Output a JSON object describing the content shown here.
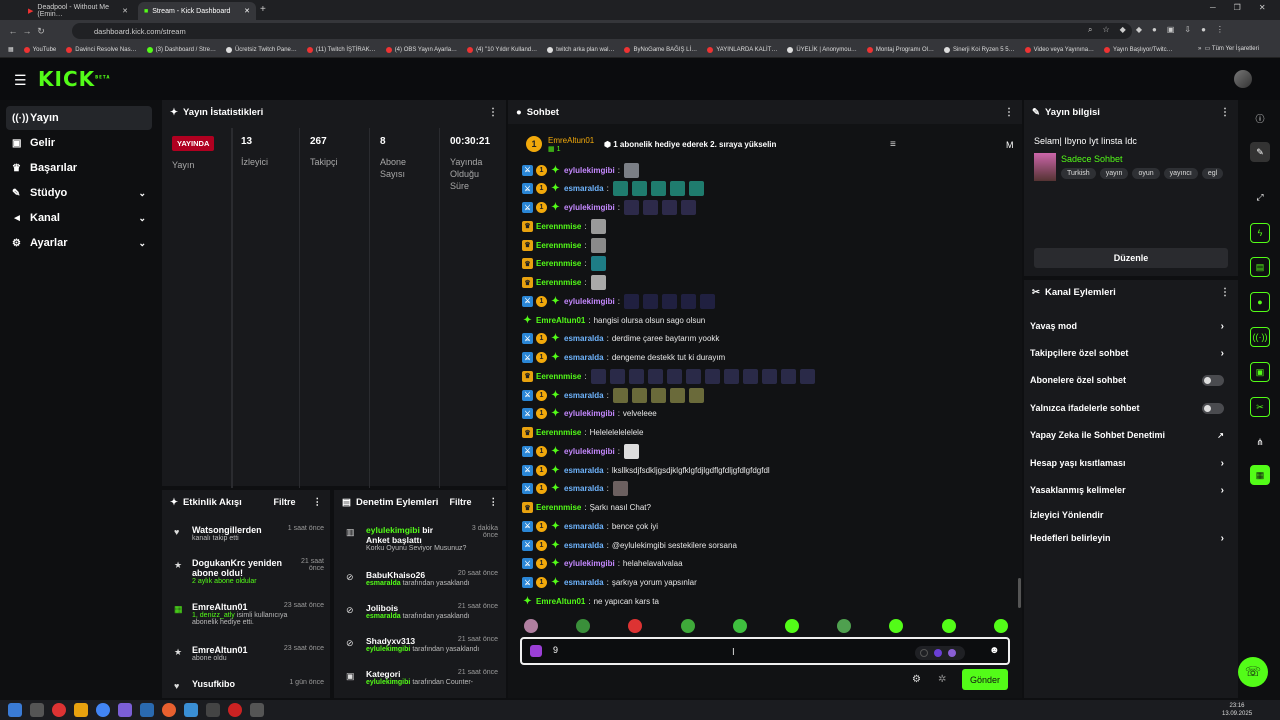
{
  "browser": {
    "tabs": [
      {
        "title": "Deadpool - Without Me (Emin…"
      },
      {
        "title": "Stream - Kick Dashboard"
      }
    ],
    "url": "dashboard.kick.com/stream",
    "bookmarks": [
      "YouTube",
      "Davinci Resolve Nas…",
      "(3) Dashboard / Stre…",
      "Ücretsiz Twitch Pane…",
      "(11) Twitch İŞTİRAK…",
      "(4) OBS Yayın Ayarla…",
      "(4) \"10 Yıldır Kulland…",
      "twitch arka plan wal…",
      "ByNoGame BAĞIŞ Lİ…",
      "YAYINLARDA KALİT…",
      "ÜYELİK | Anonymou…",
      "Montaj Programı Ol…",
      "Sinerji Koi Ryzen 5 5…",
      "Video veya Yayınına…",
      "Yayın Başlıyor/Twitc…"
    ],
    "all_bookmarks": "Tüm Yer İşaretleri"
  },
  "brand": {
    "logo": "KICK",
    "beta": "BETA"
  },
  "sidebar": {
    "items": [
      {
        "label": "Yayın"
      },
      {
        "label": "Gelir"
      },
      {
        "label": "Başarılar"
      },
      {
        "label": "Stüdyo"
      },
      {
        "label": "Kanal"
      },
      {
        "label": "Ayarlar"
      }
    ]
  },
  "stats": {
    "title": "Yayın İstatistikleri",
    "badge": "YAYINDA",
    "badge_label": "Yayın",
    "items": [
      {
        "value": "13",
        "label": "İzleyici"
      },
      {
        "value": "267",
        "label": "Takipçi"
      },
      {
        "value": "8",
        "label": "Abone Sayısı"
      },
      {
        "value": "00:30:21",
        "label": "Yayında Olduğu Süre"
      }
    ]
  },
  "activity": {
    "title": "Etkinlik Akışı",
    "filter": "Filtre",
    "items": [
      {
        "name": "Watsongillerden",
        "time": "1 saat önce",
        "sub": "kanalı takip etti",
        "gift": ""
      },
      {
        "name": "DogukanKrc yeniden abone oldu!",
        "time": "21 saat önce",
        "sub": "",
        "gift": "2 aylık abone oldular"
      },
      {
        "name": "EmreAltun01",
        "time": "23 saat önce",
        "sub": "isimli kullanıcıya abonelik hediye etti.",
        "gift": "1, denizz_atly"
      },
      {
        "name": "EmreAltun01",
        "time": "23 saat önce",
        "sub": "abone oldu",
        "gift": ""
      },
      {
        "name": "Yusufkibo",
        "time": "1 gün önce",
        "sub": "",
        "gift": ""
      }
    ]
  },
  "moderation": {
    "title": "Denetim Eylemleri",
    "filter": "Filtre",
    "items": [
      {
        "user": "eylulekimgibi",
        "action": "bir Anket başlattı",
        "time": "3 dakika önce",
        "detail": "Korku Oyunu Seviyor Musunuz?",
        "by": ""
      },
      {
        "user": "BabuKhaiso26",
        "action": "",
        "time": "20 saat önce",
        "detail": "tarafından yasaklandı",
        "by": "esmaralda"
      },
      {
        "user": "Jolibois",
        "action": "",
        "time": "21 saat önce",
        "detail": "tarafından yasaklandı",
        "by": "esmaralda"
      },
      {
        "user": "Shadyxv313",
        "action": "",
        "time": "21 saat önce",
        "detail": "tarafından yasaklandı",
        "by": "eylulekimgibi"
      },
      {
        "user": "Kategori",
        "action": "",
        "time": "21 saat önce",
        "detail": "tarafından Counter-",
        "by": "eylulekimgibi"
      }
    ]
  },
  "chat": {
    "title": "Sohbet",
    "pinned": {
      "user": "EmreAltun01",
      "count": "1",
      "text": "1 abonelik hediye ederek 2. sıraya yükselin",
      "letter": "M"
    },
    "messages": [
      {
        "user": "eylulekimgibi",
        "badges": "msv",
        "text": "",
        "emotes": [
          "#7b7f86"
        ],
        "color": "purple"
      },
      {
        "user": "esmaralda",
        "badges": "msv",
        "text": "",
        "emotes": [
          "#1f7c6e",
          "#1f7c6e",
          "#1f7c6e",
          "#1f7c6e",
          "#1f7c6e"
        ],
        "color": "blue"
      },
      {
        "user": "eylulekimgibi",
        "badges": "msv",
        "text": "",
        "emotes": [
          "#2d2a4a",
          "#2d2a4a",
          "#2d2a4a",
          "#2d2a4a"
        ],
        "color": "purple"
      },
      {
        "user": "Eerennmise",
        "badges": "c",
        "text": "",
        "emotes": [
          "#9a9a9a"
        ],
        "color": "green"
      },
      {
        "user": "Eerennmise",
        "badges": "c",
        "text": "",
        "emotes": [
          "#8a8a8a"
        ],
        "color": "green"
      },
      {
        "user": "Eerennmise",
        "badges": "c",
        "text": "",
        "emotes": [
          "#1e7d86"
        ],
        "color": "green"
      },
      {
        "user": "Eerennmise",
        "badges": "c",
        "text": "",
        "emotes": [
          "#a9a9a9"
        ],
        "color": "green"
      },
      {
        "user": "eylulekimgibi",
        "badges": "msv",
        "text": "",
        "emotes": [
          "#202040",
          "#202040",
          "#202040",
          "#202040",
          "#202040"
        ],
        "color": "purple"
      },
      {
        "user": "EmreAltun01",
        "badges": "v",
        "text": "hangisi olursa olsun sago olsun",
        "emotes": [],
        "color": "green"
      },
      {
        "user": "esmaralda",
        "badges": "msv",
        "text": "derdime çaree baytarım yookk",
        "emotes": [],
        "color": "blue"
      },
      {
        "user": "esmaralda",
        "badges": "msv",
        "text": "dengeme destekk tut ki durayım",
        "emotes": [],
        "color": "blue"
      },
      {
        "user": "Eerennmise",
        "badges": "c",
        "text": "",
        "emotes": [
          "#2a2a48",
          "#2a2a48",
          "#2a2a48",
          "#2a2a48",
          "#2a2a48",
          "#2a2a48",
          "#2a2a48",
          "#2a2a48",
          "#2a2a48",
          "#2a2a48",
          "#2a2a48",
          "#2a2a48"
        ],
        "color": "green"
      },
      {
        "user": "esmaralda",
        "badges": "msv",
        "text": "",
        "emotes": [
          "#6a6a3a",
          "#6a6a3a",
          "#6a6a3a",
          "#6a6a3a",
          "#6a6a3a"
        ],
        "color": "blue"
      },
      {
        "user": "eylulekimgibi",
        "badges": "msv",
        "text": "velveleee",
        "emotes": [],
        "color": "purple"
      },
      {
        "user": "Eerennmise",
        "badges": "c",
        "text": "Helelelelelelele",
        "emotes": [],
        "color": "green"
      },
      {
        "user": "eylulekimgibi",
        "badges": "msv",
        "text": "",
        "emotes": [
          "#dddddd"
        ],
        "color": "purple"
      },
      {
        "user": "esmaralda",
        "badges": "msv",
        "text": "lksllksdjfsdkljgsdjklgfklgfdjlgdflgfdljgfdlgfdgfdl",
        "emotes": [],
        "color": "blue"
      },
      {
        "user": "esmaralda",
        "badges": "msv",
        "text": "",
        "emotes": [
          "#6c6060"
        ],
        "color": "blue"
      },
      {
        "user": "Eerennmise",
        "badges": "c",
        "text": "Şarkı nasıl Chat?",
        "emotes": [],
        "color": "green"
      },
      {
        "user": "esmaralda",
        "badges": "msv",
        "text": "bence çok iyi",
        "emotes": [],
        "color": "blue"
      },
      {
        "user": "esmaralda",
        "badges": "msv",
        "text": "@eylulekimgibi sestekilere sorsana",
        "emotes": [],
        "color": "blue"
      },
      {
        "user": "eylulekimgibi",
        "badges": "msv",
        "text": "helahelavalvalaa",
        "emotes": [],
        "color": "purple"
      },
      {
        "user": "esmaralda",
        "badges": "msv",
        "text": "şarkıya yorum yapsınlar",
        "emotes": [],
        "color": "blue"
      },
      {
        "user": "EmreAltun01",
        "badges": "v",
        "text": "ne yapıcan kars ta",
        "emotes": [],
        "color": "green"
      }
    ],
    "emote_bar": [
      "#b07fa0",
      "#3a8f3a",
      "#d33",
      "#3faa3a",
      "#3fbf3f",
      "#53fc18",
      "#4fa04f",
      "#53fc18",
      "#53fc18",
      "#53fc18"
    ],
    "input_value": "9",
    "send": "Gönder"
  },
  "stream_info": {
    "title": "Yayın bilgisi",
    "stream_title": "Selam| Ibyno Iyt Iinsta Idc",
    "category": "Sadece Sohbet",
    "tags": [
      "Turkish",
      "yayın",
      "oyun",
      "yayıncı",
      "egl"
    ],
    "edit": "Düzenle"
  },
  "channel_actions": {
    "title": "Kanal Eylemleri",
    "items": [
      {
        "label": "Yavaş mod",
        "type": "arrow"
      },
      {
        "label": "Takipçilere özel sohbet",
        "type": "arrow"
      },
      {
        "label": "Abonelere özel sohbet",
        "type": "toggle"
      },
      {
        "label": "Yalnızca ifadelerle sohbet",
        "type": "toggle"
      },
      {
        "label": "Yapay Zeka ile Sohbet Denetimi",
        "type": "ext"
      },
      {
        "label": "Hesap yaşı kısıtlaması",
        "type": "arrow"
      },
      {
        "label": "Yasaklanmış kelimeler",
        "type": "arrow"
      },
      {
        "label": "İzleyici Yönlendir",
        "type": "none"
      },
      {
        "label": "Hedefleri belirleyin",
        "type": "arrow"
      }
    ]
  },
  "clock": {
    "time": "23:16",
    "date": "13.09.2025"
  }
}
